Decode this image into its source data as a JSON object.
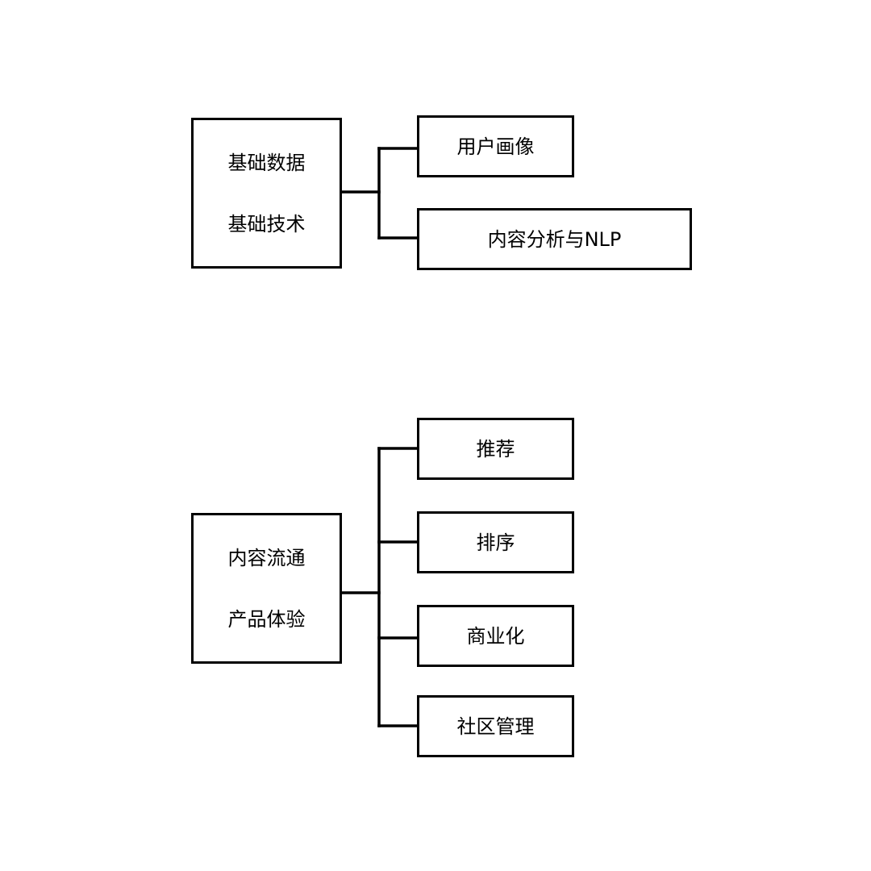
{
  "groups": [
    {
      "parent": {
        "lines": [
          "基础数据",
          "基础技术"
        ]
      },
      "children": [
        "用户画像",
        "内容分析与NLP"
      ]
    },
    {
      "parent": {
        "lines": [
          "内容流通",
          "产品体验"
        ]
      },
      "children": [
        "推荐",
        "排序",
        "商业化",
        "社区管理"
      ]
    }
  ]
}
